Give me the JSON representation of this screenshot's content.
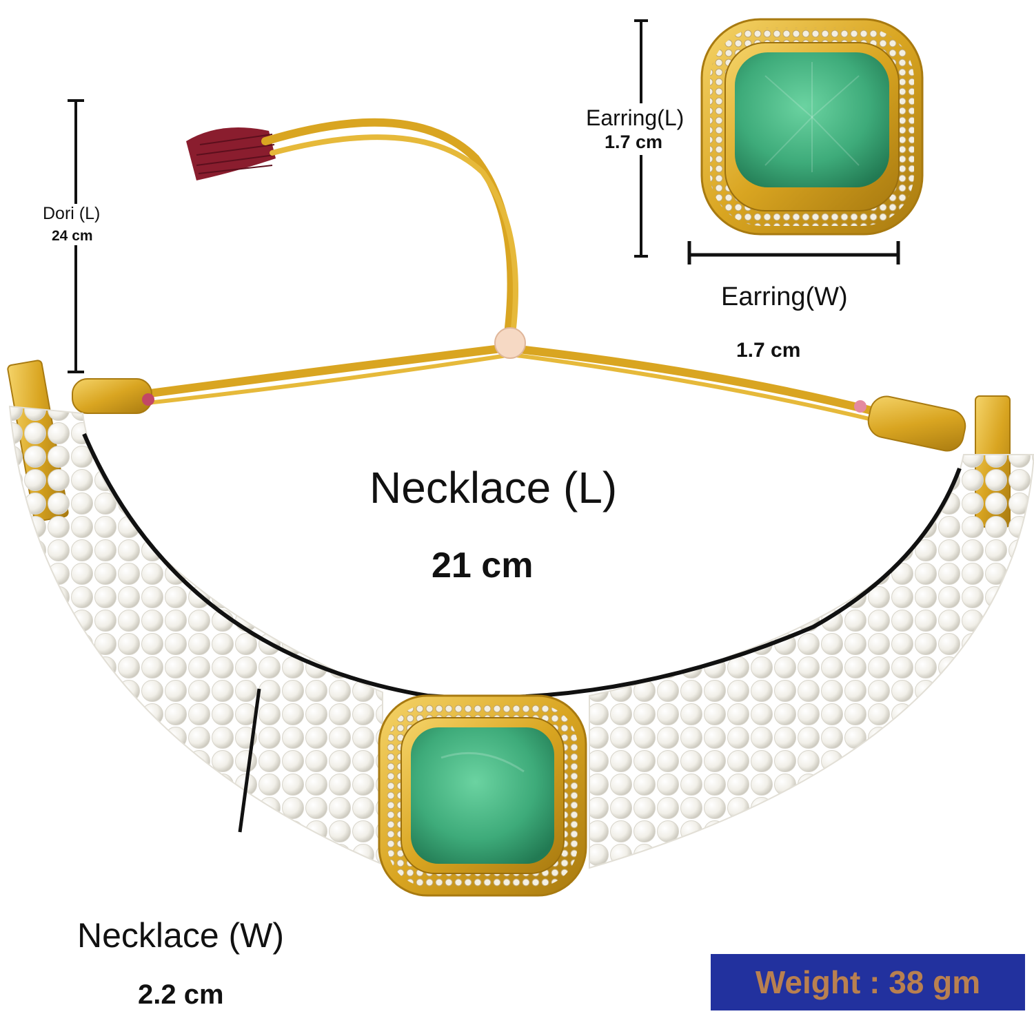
{
  "labels": {
    "dori_name": "Dori (L)",
    "dori_value": "24 cm",
    "earring_length_name": "Earring(L)",
    "earring_length_value": "1.7 cm",
    "earring_width_name": "Earring(W)",
    "earring_width_value": "1.7 cm",
    "necklace_length_name": "Necklace (L)",
    "necklace_length_value": "21 cm",
    "necklace_width_name": "Necklace (W)",
    "necklace_width_value": "2.2 cm"
  },
  "weight_badge": {
    "text": "Weight : 38 gm",
    "background": "#22319e",
    "text_color": "#b98050"
  },
  "colors": {
    "gold": "#d9a521",
    "emerald": "#3eab7a",
    "pearl": "#f4f2ec",
    "tassel": "#8a1d2e"
  }
}
